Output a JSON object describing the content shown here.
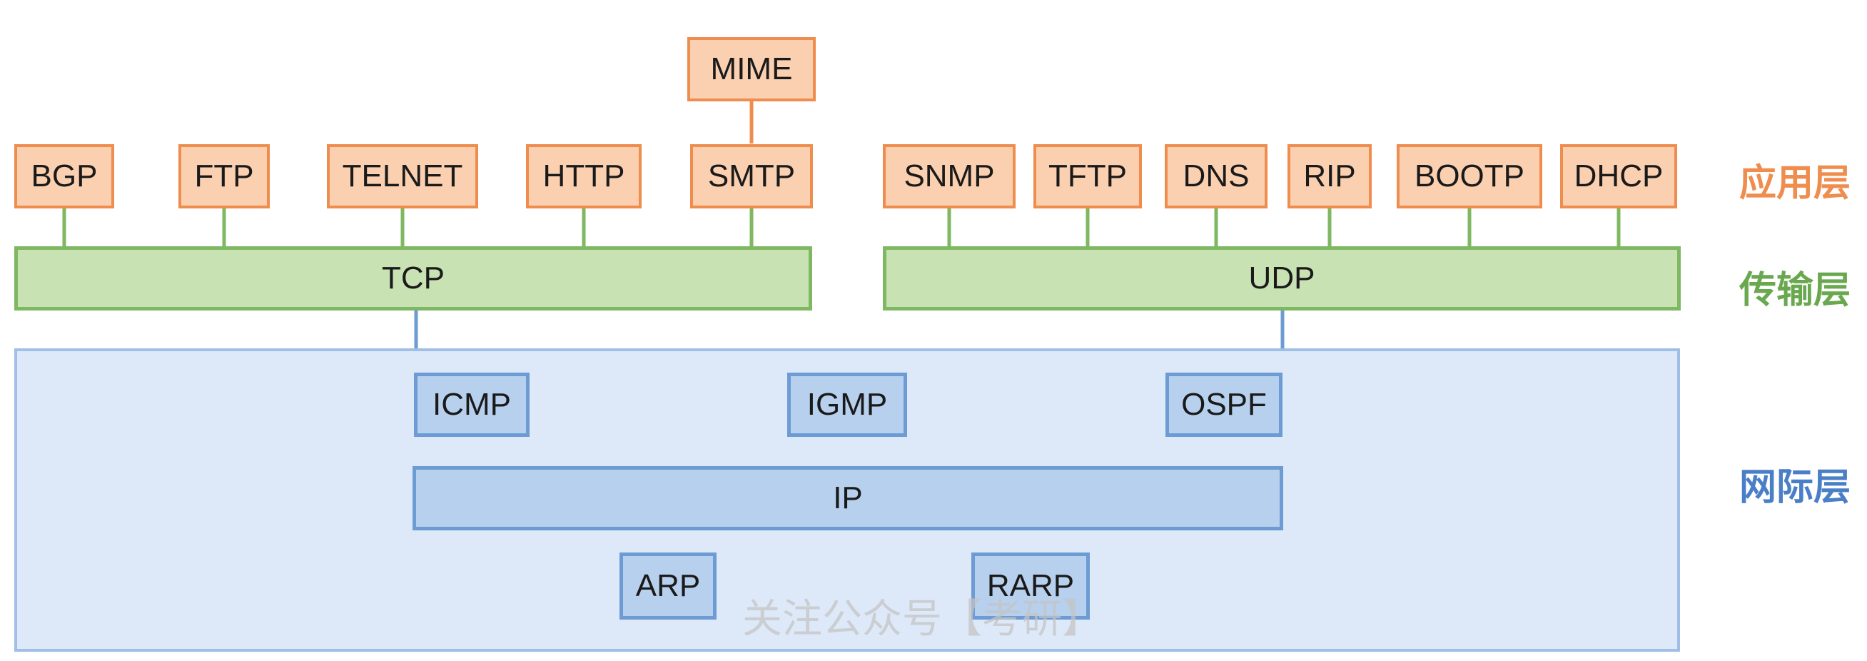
{
  "application": {
    "mime": "MIME",
    "tcp_apps": [
      "BGP",
      "FTP",
      "TELNET",
      "HTTP",
      "SMTP"
    ],
    "udp_apps": [
      "SNMP",
      "TFTP",
      "DNS",
      "RIP",
      "BOOTP",
      "DHCP"
    ]
  },
  "transport": {
    "tcp": "TCP",
    "udp": "UDP"
  },
  "internet": {
    "icmp": "ICMP",
    "igmp": "IGMP",
    "ospf": "OSPF",
    "ip": "IP",
    "arp": "ARP",
    "rarp": "RARP"
  },
  "layers": {
    "application": "应用层",
    "transport": "传输层",
    "internet": "网际层"
  },
  "watermark": "关注公众号【考研】",
  "colors": {
    "application_fill": "#fbd0b0",
    "application_border": "#ef8d4e",
    "transport_fill": "#c9e2b4",
    "transport_border": "#7fb862",
    "internet_fill": "#b7d0ee",
    "internet_border": "#6d9bd3",
    "application_label": "#ef8d4e",
    "transport_label": "#6aa84f",
    "internet_label": "#4a7fc8"
  }
}
